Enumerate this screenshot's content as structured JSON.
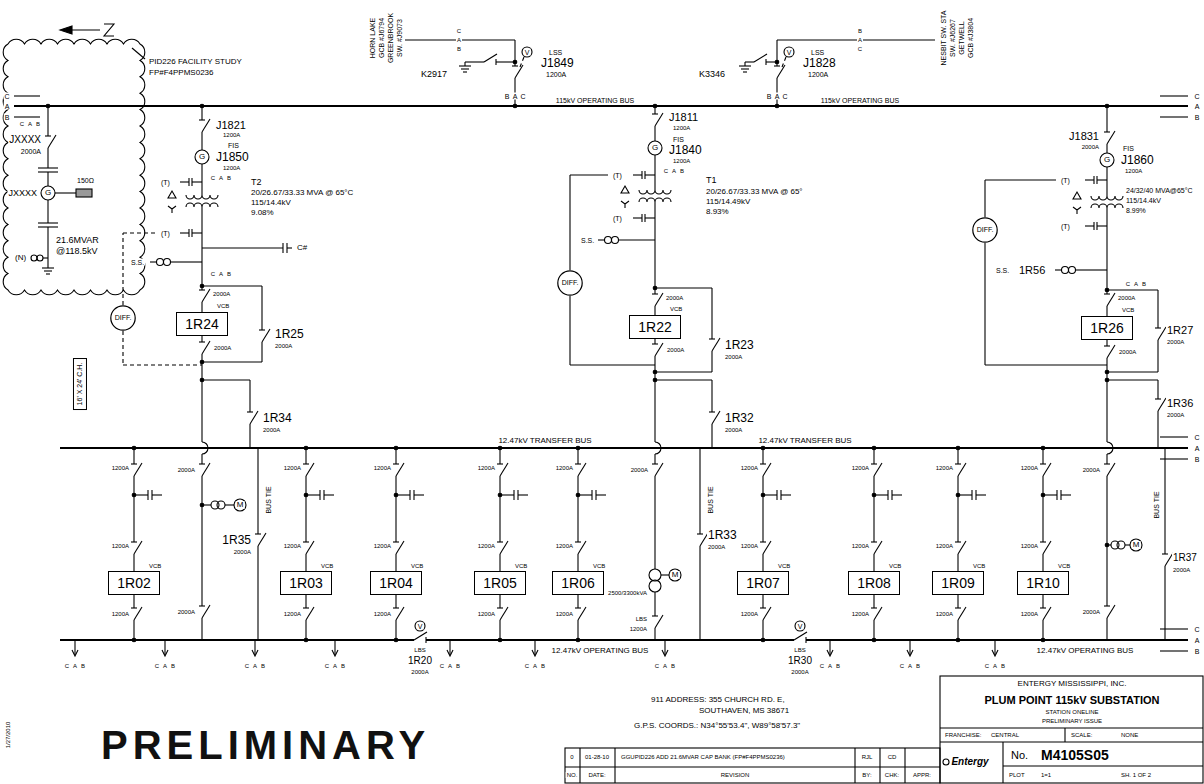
{
  "diagram": {
    "nodes": [
      {
        "text": [
          "DIFF."
        ]
      },
      {
        "text": [
          "1R24"
        ]
      },
      {
        "text": [
          "16' X 24' C.H."
        ]
      },
      {
        "text": [
          "DIFF."
        ]
      },
      {
        "text": [
          "1R22"
        ]
      },
      {
        "text": [
          "DIFF."
        ]
      },
      {
        "text": [
          "1R26"
        ]
      },
      {
        "text": [
          "1R02"
        ]
      },
      {
        "text": [
          "1R03"
        ]
      },
      {
        "text": [
          "1R04"
        ]
      },
      {
        "text": [
          "1R05"
        ]
      },
      {
        "text": [
          "1R06"
        ]
      },
      {
        "text": [
          "1R07"
        ]
      },
      {
        "text": [
          "1R08"
        ]
      },
      {
        "text": [
          "1R09"
        ]
      },
      {
        "text": [
          "1R10"
        ]
      }
    ],
    "labels": [
      "PID226 FACILITY STUDY",
      "FP#F4PPMS0236",
      "HORN LAKE",
      "GCB #J6794",
      "GREENBROOK",
      "SW. #J9073",
      "C",
      "A",
      "B",
      "K2917",
      "J1849",
      "LSS",
      "1200A",
      "B",
      "A",
      "C",
      "115kV OPERATING BUS",
      "115kV OPERATING BUS",
      "K3346",
      "J1828",
      "LSS",
      "1200A",
      "B",
      "A",
      "C",
      "NESBIT SW. STA",
      "SW. #J6267",
      "GETWELL",
      "GCB #J3804",
      "B",
      "A",
      "C",
      "C",
      "A",
      "B",
      "C",
      "A",
      "B",
      "C",
      "A",
      "B",
      "JXXXX",
      "2000A",
      "JXXXX",
      "G",
      "150Ω",
      "21.6MVAR",
      "@118.5kV",
      "(N)",
      "J1821",
      "1200A",
      "FIS",
      "G",
      "J1850",
      "1200A",
      "C",
      "A",
      "B",
      "(T)",
      "T2",
      "20/26.67/33.33 MVA @ 65°C",
      "115/14.4kV",
      "9.08%",
      "(T)",
      "S.S.",
      "C#",
      "C",
      "A",
      "B",
      "2000A",
      "VCB",
      "2000A",
      "1R25",
      "2000A",
      "1R34",
      "2000A",
      "J1811",
      "1200A",
      "FIS",
      "G",
      "J1840",
      "1200A",
      "C",
      "A",
      "B",
      "(T)",
      "T1",
      "20/26.67/33.33 MVA @ 65°",
      "115/14.49kV",
      "8.93%",
      "(T)",
      "S.S.",
      "2000A",
      "VCB",
      "2000A",
      "1R23",
      "2000A",
      "1R32",
      "2000A",
      "J1831",
      "2000A",
      "FIS",
      "G",
      "J1860",
      "1200A",
      "(T)",
      "24/32/40 MVA@65°C",
      "115/14.4kV",
      "8.99%",
      "(T)",
      "S.S.",
      "1R56",
      "C",
      "A",
      "B",
      "2000A",
      "VCB",
      "2000A",
      "1R27",
      "2000A",
      "1R36",
      "2000A",
      "12.47kV TRANSFER BUS",
      "12.47kV TRANSFER BUS",
      "C",
      "A",
      "B",
      "1200A",
      "1200A",
      "VCB",
      "1200A",
      "1200A",
      "1200A",
      "VCB",
      "1200A",
      "1200A",
      "1200A",
      "VCB",
      "1200A",
      "1200A",
      "1200A",
      "VCB",
      "1200A",
      "1200A",
      "1200A",
      "VCB",
      "1200A",
      "1200A",
      "1200A",
      "VCB",
      "1200A",
      "1200A",
      "1200A",
      "VCB",
      "1200A",
      "1200A",
      "1200A",
      "VCB",
      "1200A",
      "1200A",
      "1200A",
      "VCB",
      "1200A",
      "2000A",
      "2000A",
      "M",
      "BUS TIE",
      "1R35",
      "2000A",
      "2000A",
      "M",
      "2500/3300kVA",
      "LBS",
      "1200A",
      "BUS TIE",
      "1R33",
      "2000A",
      "2000A",
      "M",
      "2000A",
      "BUS TIE",
      "1R37",
      "2000A",
      "V",
      "LBS",
      "1R20",
      "2000A",
      "12.47kV OPERATING BUS",
      "V",
      "LBS",
      "1R30",
      "2000A",
      "12.47kV OPERATING BUS",
      "C",
      "A",
      "B",
      "C",
      "A",
      "B",
      "C",
      "A",
      "B",
      "C",
      "A",
      "B",
      "C",
      "A",
      "B",
      "C",
      "A",
      "B",
      "C",
      "A",
      "B",
      "C",
      "A",
      "B",
      "C",
      "A",
      "B",
      "C",
      "A",
      "B",
      "C",
      "A",
      "B",
      "911 ADDRESS: 355 CHURCH RD. E,",
      "SOUTHAVEN, MS 38671",
      "G.P.S. COORDS.: N34°55'53.4\", W89°58'57.3\"",
      "PRELIMINARY",
      "1/27/2010",
      "0",
      "01-28-10",
      "GGUPID226 ADD 21.6MVAR CAP BANK (FP#F4PPMS0236)",
      "RJL",
      "CD",
      "NO.",
      "DATE:",
      "REVISION",
      "BY:",
      "CHK:",
      "APPR:",
      "ENTERGY MISSISSIPPI, INC.",
      "PLUM POINT 115kV SUBSTATION",
      "STATION ONELINE",
      "PRELIMINARY ISSUE",
      "FRANCHISE:",
      "CENTRAL",
      "SCALE:",
      "NONE",
      "No.",
      "M4105S05",
      "PLOT",
      "1=1",
      "SH. 1 OF 2",
      "Entergy",
      "V",
      "V"
    ]
  }
}
